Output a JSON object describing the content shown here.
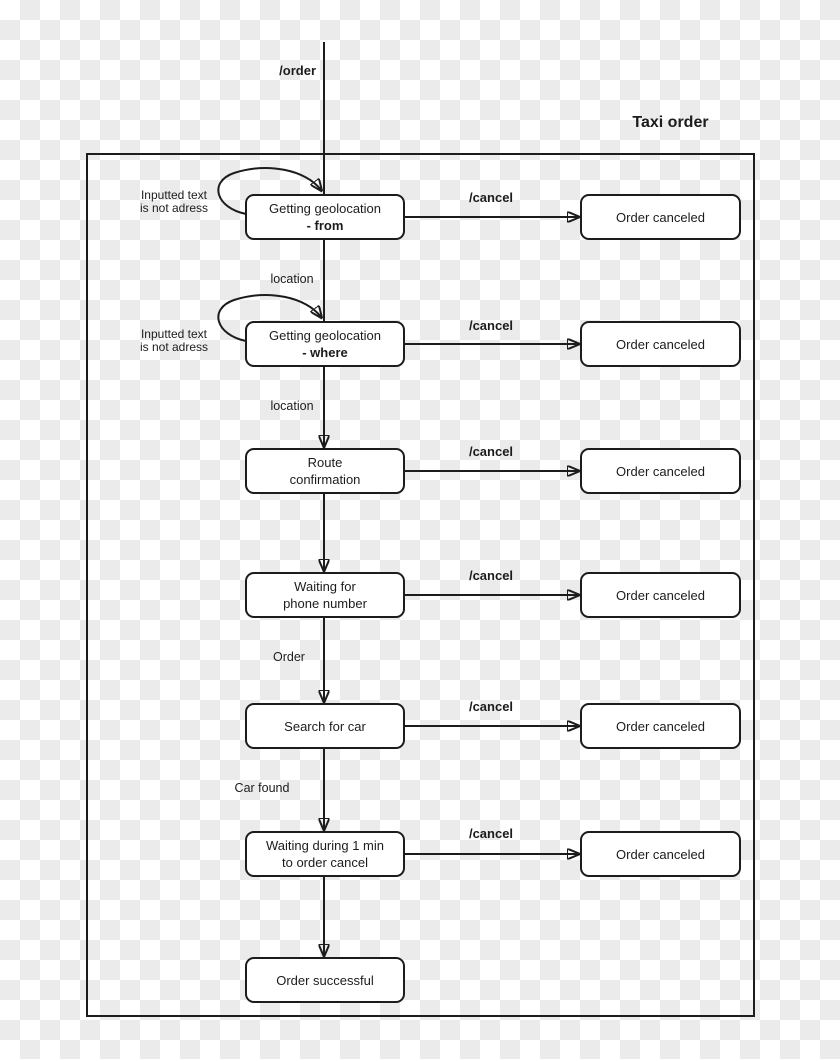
{
  "title": "Taxi order",
  "entry": {
    "label": "/order"
  },
  "cancel_event_label": "/cancel",
  "canceled_state_label": "Order canceled",
  "states": [
    {
      "line1": "Getting geolocation",
      "line2": "- from",
      "loop_label_line1": "Inputted text",
      "loop_label_line2": "is not adress"
    },
    {
      "line1": "Getting geolocation",
      "line2": "- where",
      "loop_label_line1": "Inputted text",
      "loop_label_line2": "is not adress"
    },
    {
      "line1": "Route",
      "line2": "confirmation"
    },
    {
      "line1": "Waiting for",
      "line2": "phone number"
    },
    {
      "line1": "Search for car"
    },
    {
      "line1": "Waiting during 1 min",
      "line2": "to order cancel"
    },
    {
      "line1": "Order successful"
    }
  ],
  "transitions": [
    {
      "from": "Getting geolocation - from",
      "to": "Getting geolocation - where",
      "label": "location"
    },
    {
      "from": "Getting geolocation - where",
      "to": "Route confirmation",
      "label": "location"
    },
    {
      "from": "Waiting for phone number",
      "to": "Search for car",
      "label": "Order"
    },
    {
      "from": "Search for car",
      "to": "Waiting during 1 min to order cancel",
      "label": "Car found"
    }
  ],
  "colors": {
    "stroke": "#1c1c1c",
    "node_fill": "#ffffff",
    "checker_light": "#ffffff",
    "checker_dark": "#ebebeb"
  }
}
